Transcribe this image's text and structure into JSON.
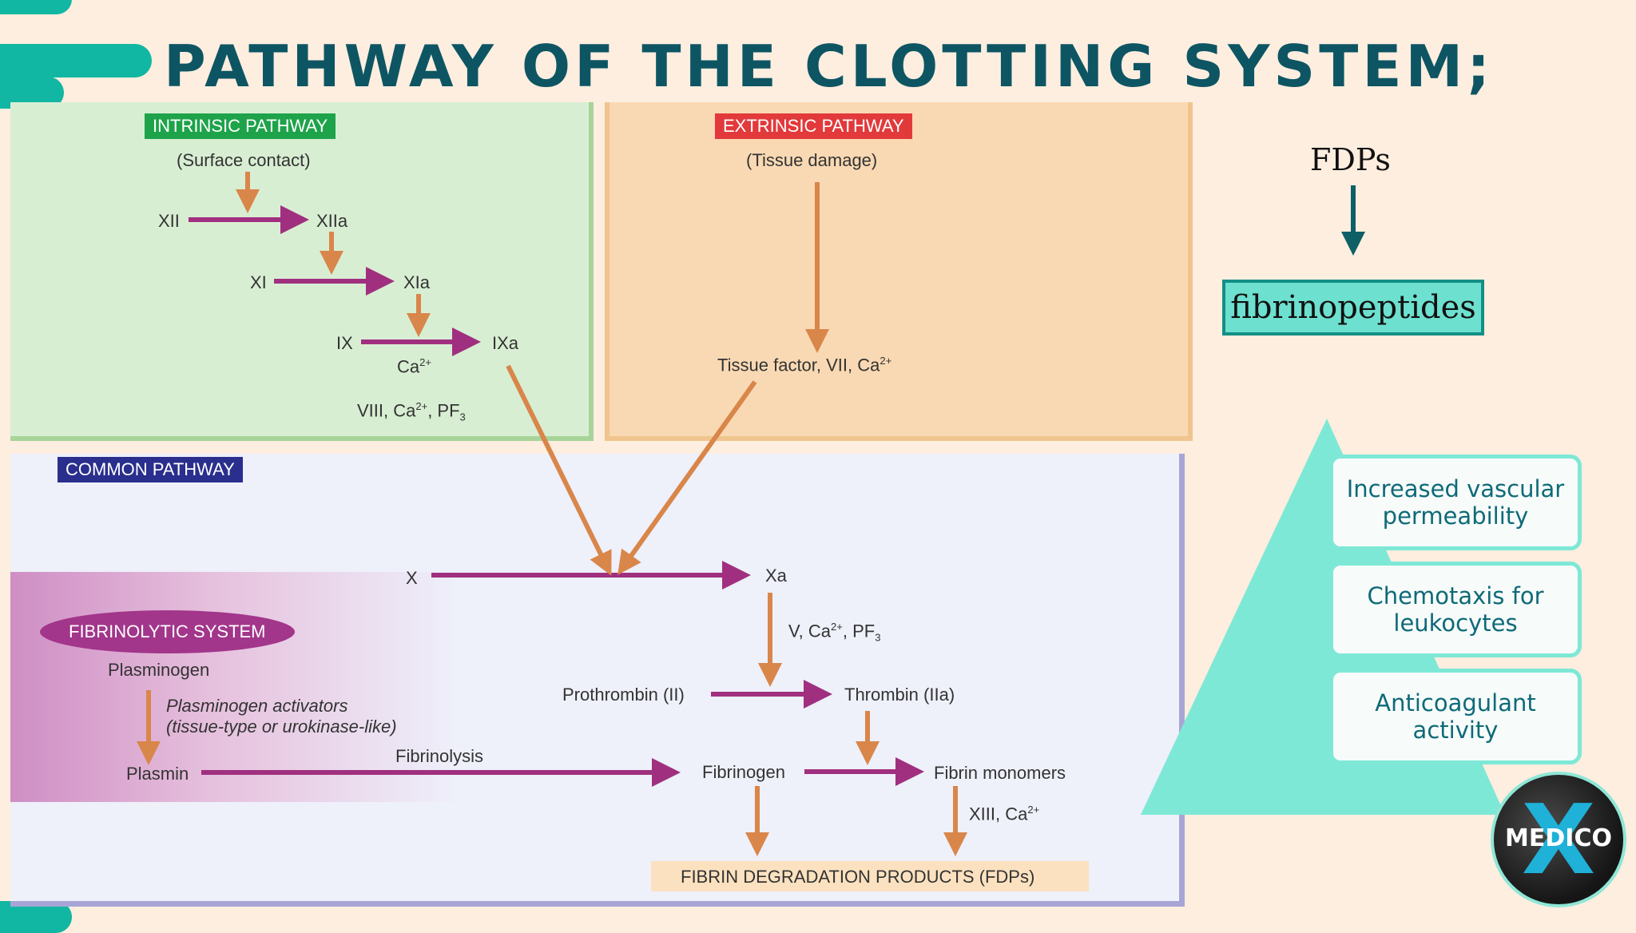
{
  "title": "PATHWAY OF THE CLOTTING SYSTEM;",
  "colors": {
    "accent": "#11b7a2",
    "title": "#0e5563",
    "arrow_magenta": "#a0307f",
    "arrow_orange": "#d9864a"
  },
  "diagram": {
    "intrinsic": {
      "header": "INTRINSIC PATHWAY",
      "trigger": "(Surface contact)",
      "xii": "XII",
      "xiia": "XIIa",
      "xi": "XI",
      "xia": "XIa",
      "ix": "IX",
      "ixa": "IXa",
      "ca": "Ca",
      "cofactors": "VIII, Ca",
      "pf": ", PF"
    },
    "extrinsic": {
      "header": "EXTRINSIC PATHWAY",
      "trigger": "(Tissue damage)",
      "factors": "Tissue factor, VII, Ca"
    },
    "common": {
      "header": "COMMON PATHWAY",
      "x": "X",
      "xa": "Xa",
      "cofactors": "V, Ca",
      "pf": ", PF",
      "prothrombin": "Prothrombin (II)",
      "thrombin": "Thrombin (IIa)",
      "fibrinogen": "Fibrinogen",
      "fibrin_monomers": "Fibrin monomers",
      "xiii": "XIII, Ca",
      "fdp": "FIBRIN DEGRADATION PRODUCTS (FDPs)"
    },
    "fibrinolytic": {
      "header": "FIBRINOLYTIC SYSTEM",
      "plasminogen": "Plasminogen",
      "activators_1": "Plasminogen activators",
      "activators_2": "(tissue-type or urokinase-like)",
      "plasmin": "Plasmin",
      "fibrinolysis": "Fibrinolysis"
    },
    "sup_2plus": "2+",
    "sub_3": "3"
  },
  "side": {
    "fdps": "FDPs",
    "fibrinopeptides": "fibrinopeptides",
    "effects": [
      "Increased vascular permeability",
      "Chemotaxis for leukocytes",
      "Anticoagulant activity"
    ]
  },
  "logo": {
    "mark": "X",
    "text": "MEDICO"
  }
}
